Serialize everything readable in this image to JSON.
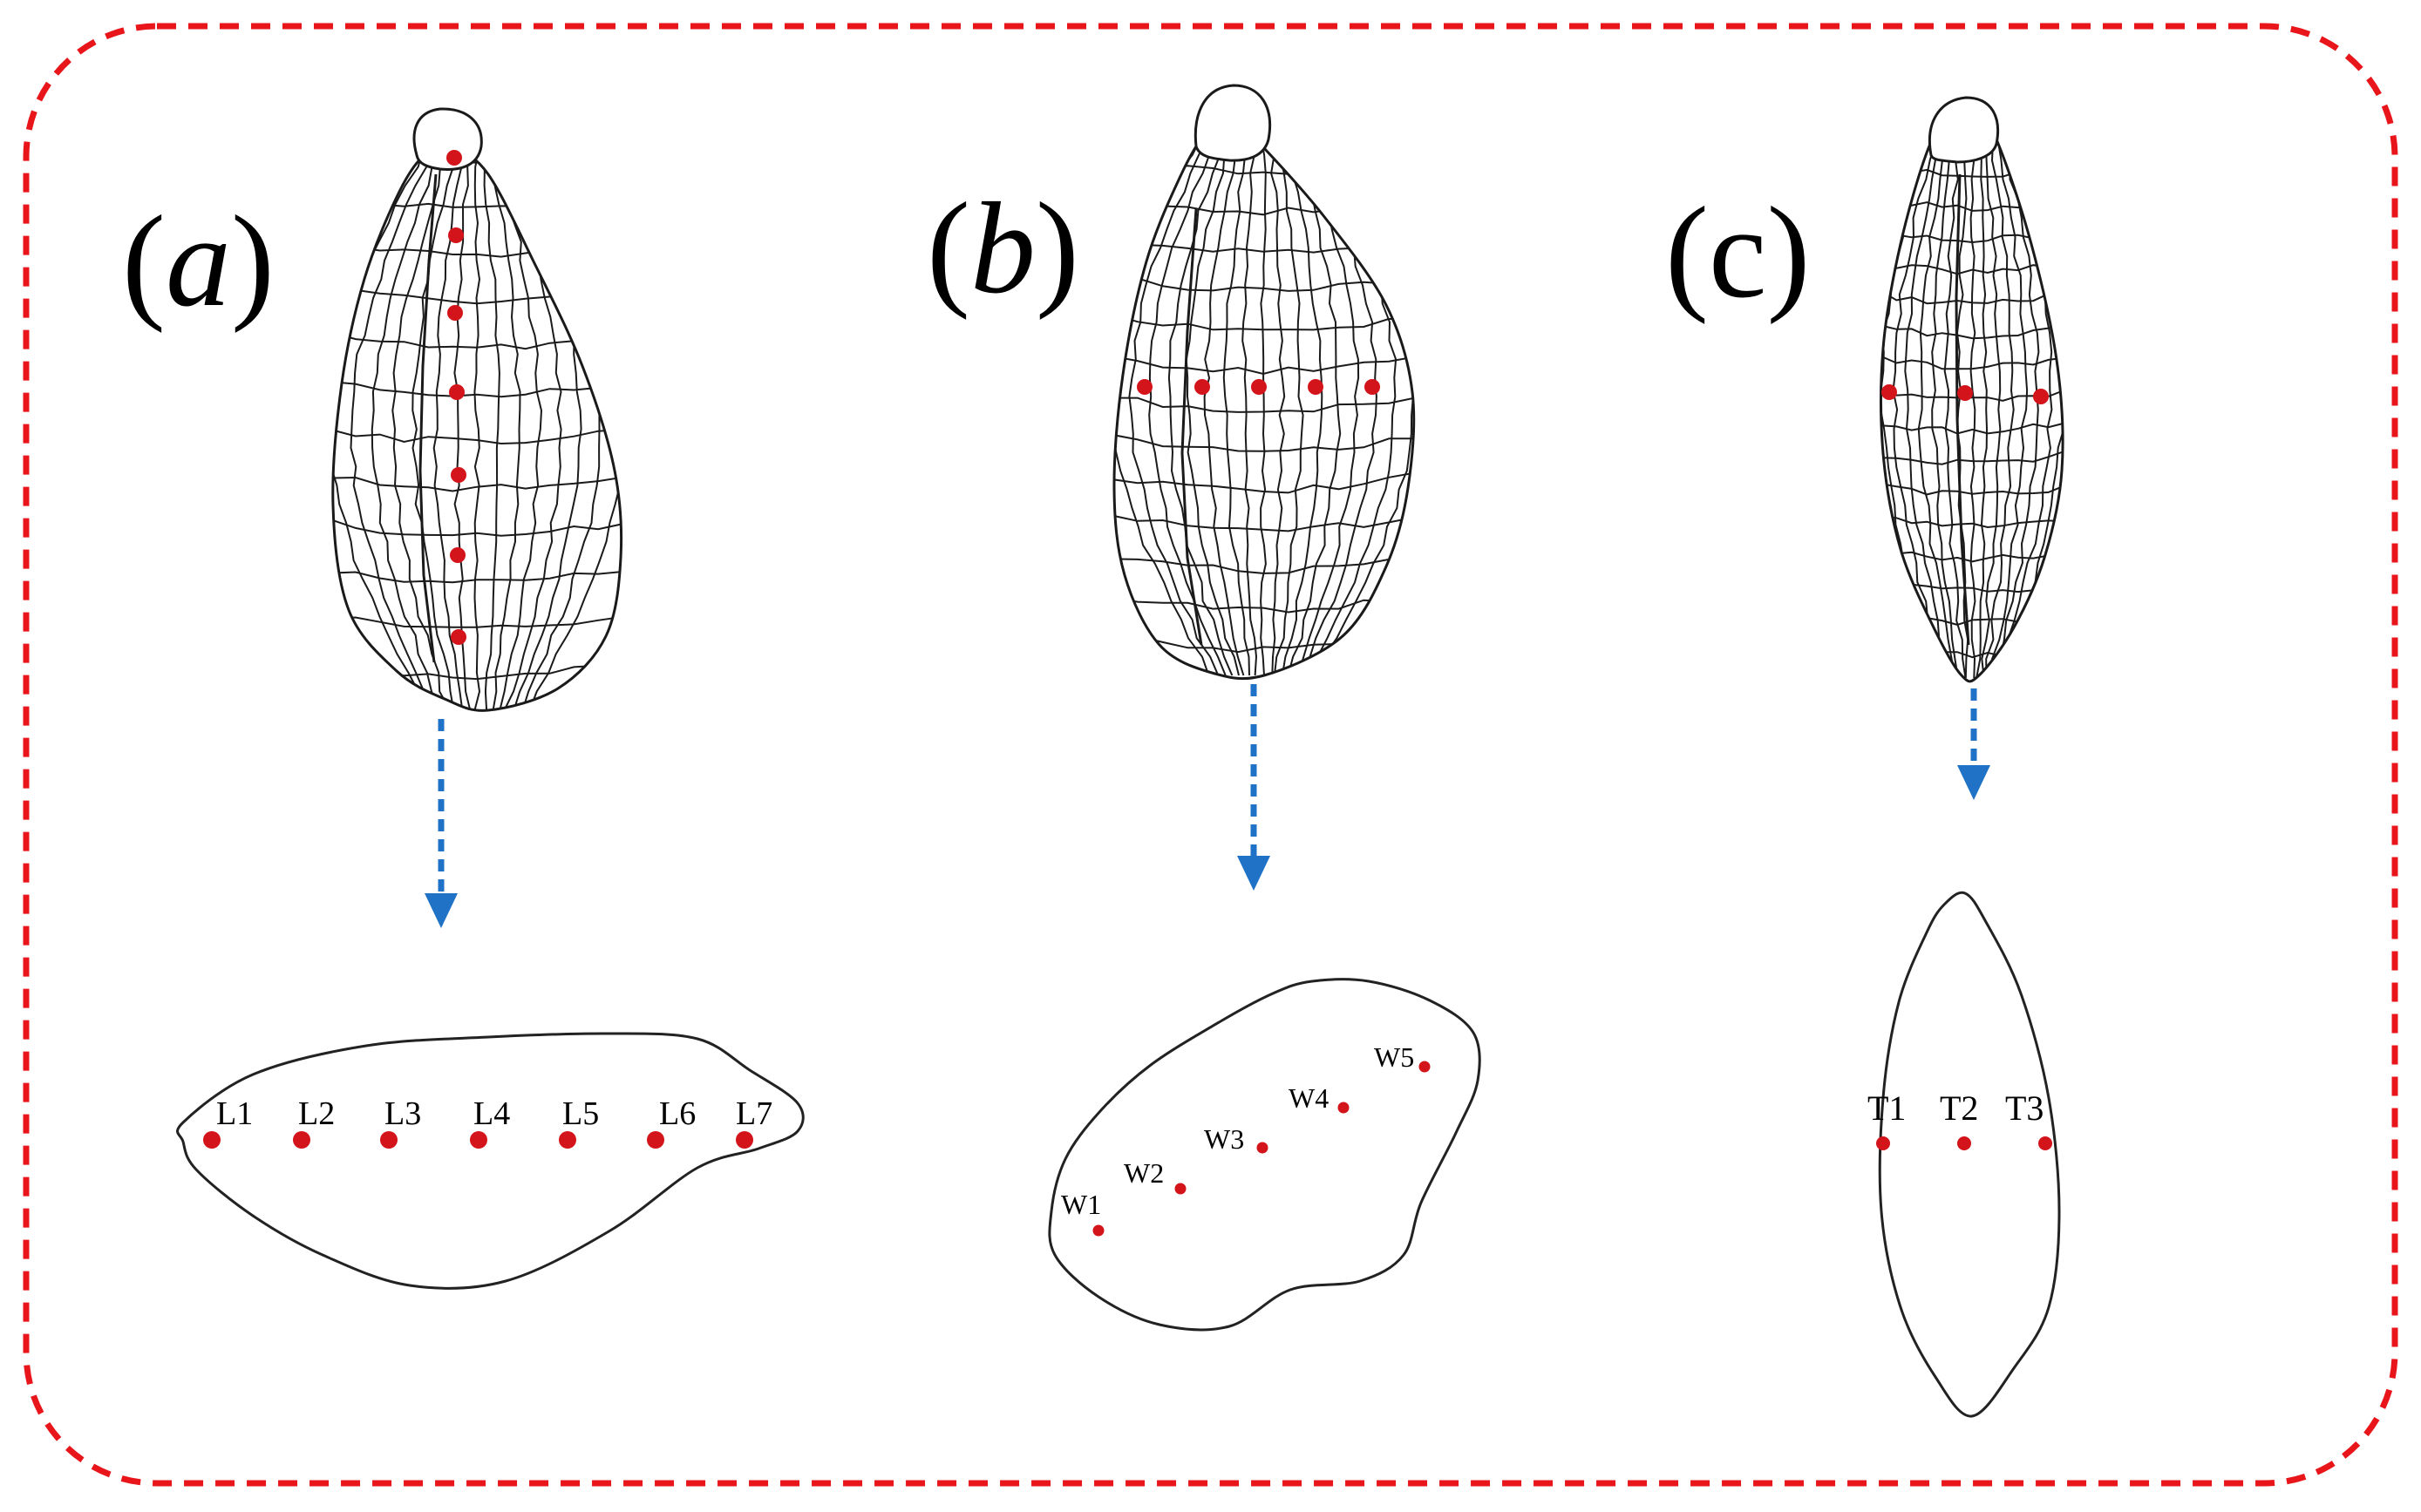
{
  "colors": {
    "frame": "#e8161b",
    "arrow": "#1f72c6",
    "point": "#d3141a",
    "mesh": "#1a1a1a",
    "outline": "#222222"
  },
  "panels": [
    {
      "label_prefix": "(",
      "label_letter": "a",
      "label_suffix": ")",
      "letter_italic": true,
      "point_labels": [
        "L1",
        "L2",
        "L3",
        "L4",
        "L5",
        "L6",
        "L7"
      ]
    },
    {
      "label_prefix": "(",
      "label_letter": "b",
      "label_suffix": ")",
      "letter_italic": true,
      "point_labels": [
        "W1",
        "W2",
        "W3",
        "W4",
        "W5"
      ]
    },
    {
      "label_prefix": "(",
      "label_letter": "c",
      "label_suffix": ")",
      "letter_italic": false,
      "point_labels": [
        "T1",
        "T2",
        "T3"
      ]
    }
  ]
}
